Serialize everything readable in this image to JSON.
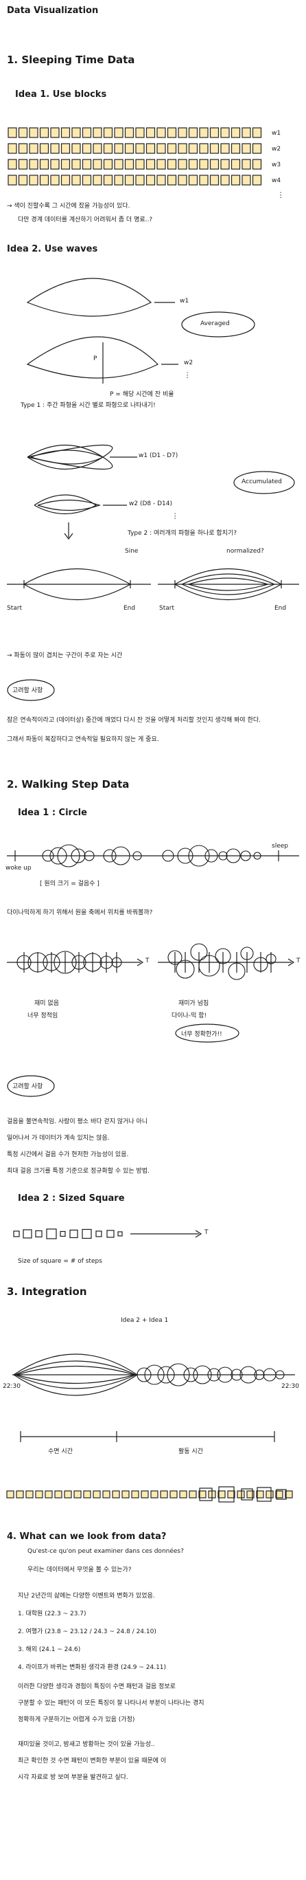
{
  "title": "Data Visualization",
  "s1": {
    "heading": "1. Sleeping Time Data",
    "idea1": "Idea 1. Use blocks",
    "weeks": [
      "w1",
      "w2",
      "w3",
      "w4"
    ],
    "vdots": "⋮",
    "idea1_note1": "→ 색이 진할수록 그 시간에 잤을 가능성이 있다.",
    "idea1_note2": "다만 경계 데이터를 계산하기 어려워서 좀 더 명료..?",
    "idea2": "Idea 2. Use waves",
    "w1": "w1",
    "w2": "w2",
    "averaged": "Averaged",
    "p_label": "P",
    "p_note": "P = 해당 시간에 잔 비율",
    "type1": "Type 1 : 주간 파형을 시간 별로 파형으로 나타내기!",
    "w1_range": "w1 (D1 - D7)",
    "w2_range": "w2 (D8 - D14)",
    "accumulated": "Accumulated",
    "type2": "Type 2 : 여러개의 파형을 하나로 합치기?",
    "sine": "Sine",
    "normalized": "normalized?",
    "start": "Start",
    "end": "End",
    "start2": "Start",
    "end2": "End",
    "wave_note": "→ 파동이 많이 겹치는 구간이 주로 자는 시간",
    "consider": "고려할 사항",
    "consider1": "잠은 연속적이라고 (데이터상) 중간에 깨었다 다시 잔 것을 어떻게 처리할 것인지 생각해 봐야 한다.",
    "consider2": "그래서 파동이 복잡하다고 연속적일 필요하지 않는 게 중요."
  },
  "s2": {
    "heading": "2. Walking Step Data",
    "idea1": "Idea 1 : Circle",
    "woke_up": "woke up",
    "sleep": "sleep",
    "circle_note": "[ 원의 크기 = 걸음수 ]",
    "overlap_q": "다이나믹하게 하기 위해서 원을 축에서 위치를 바꿔볼까?",
    "t_label": "T",
    "t_label2": "T",
    "left_caption1": "재미 없음",
    "left_caption2": "너무 정적임",
    "right_caption1": "재미가 넘침",
    "right_caption2": "다이나-믹 함!",
    "right_caption3": "너무 정확한가!!",
    "consider": "고려할 사항",
    "consider1": "걸음을 불연속적임. 사람이 평소 바다 걷지 않거나 아니",
    "consider2": "일어나서 가 데이터가 계속 있지는 않음.",
    "consider3": "특정 시간에서 걸음 수가 현저한 가능성이 있음.",
    "consider4": "최대 걸음 크기를 특정 기준으로 정규화할 수 있는 방법.",
    "idea2": "Idea 2 : Sized Square",
    "size_note": "Size of square = # of steps"
  },
  "s3": {
    "heading": "3. Integration",
    "idea_combo": "Idea 2 + Idea 1",
    "time_left": "22:30",
    "time_right": "22:30",
    "sleep_time": "수면 시간",
    "active_time": "활동 시간"
  },
  "s4": {
    "heading": "4. What can we look from data?",
    "french": "Qu'est-ce qu'on peut examiner dans ces données?",
    "korean_q": "우리는 데이터에서 무엇을 볼 수 있는가?",
    "intro": "지난 2년간의 삶에는 다양한 이벤트와 변화가 있었음.",
    "items": [
      "1. 대학원 (22.3 ~ 23.7)",
      "2. 여행가 (23.8 ~ 23.12 / 24.3 ~ 24.8 / 24.10)",
      "3. 해외 (24.1 ~ 24.6)",
      "4. 라이프가 바뀌는 변화된 생각과 환경 (24.9 ~ 24.11)"
    ],
    "para1": "이러한 다양한 생각과 경험이 특징이 수면 패턴과 걸음 정보로",
    "para2": "구분할 수 있는 패턴이 이 모든 특징이 잘 나타나서 부분이 나타나는 경지",
    "para3": "정확하게 구분하기는 어렵게 수가 있음 (가정)",
    "para4": "재미있을 것이고, 밤새고 방황하는 것이 있을 가능성..",
    "para5": "최근 확인한 것 수면 패턴이 변화한 부분이 있을 때문에 이",
    "para6": "시각 자료로 방 보여 부분을 발견하고 싶다."
  }
}
